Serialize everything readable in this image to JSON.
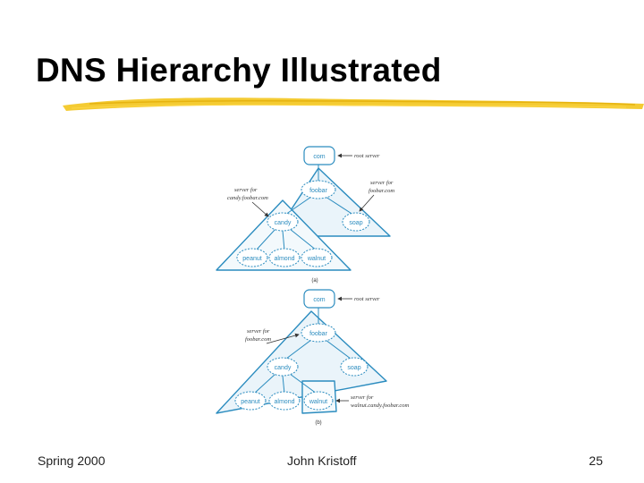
{
  "title": "DNS Hierarchy Illustrated",
  "footer": {
    "left": "Spring 2000",
    "center": "John Kristoff",
    "right": "25"
  },
  "diagram": {
    "a": {
      "nodes": {
        "com": "com",
        "foobar": "foobar",
        "candy": "candy",
        "soap": "soap",
        "peanut": "peanut",
        "almond": "almond",
        "walnut": "walnut"
      },
      "notes": {
        "root": "root server",
        "foobar_line1": "server for",
        "foobar_line2": "foobar.com",
        "candy_line1": "server for",
        "candy_line2": "candy.foobar.com"
      },
      "caption": "(a)"
    },
    "b": {
      "nodes": {
        "com": "com",
        "foobar": "foobar",
        "candy": "candy",
        "soap": "soap",
        "peanut": "peanut",
        "almond": "almond",
        "walnut": "walnut"
      },
      "notes": {
        "root": "root server",
        "foobar_line1": "server for",
        "foobar_line2": "foobar.com",
        "walnut_line1": "server for",
        "walnut_line2": "walnut.candy.foobar.com"
      },
      "caption": "(b)"
    }
  },
  "colors": {
    "accent": "#2b8cbf",
    "underline": "#f2c20f",
    "zone_fill": "#eaf4fa"
  }
}
